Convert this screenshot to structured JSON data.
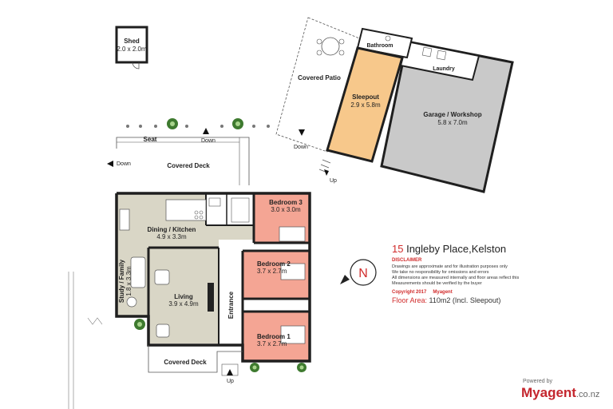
{
  "rooms": {
    "shed": {
      "name": "Shed",
      "dim": "2.0 x 2.0m"
    },
    "covered_patio": {
      "name": "Covered Patio"
    },
    "bathroom": {
      "name": "Bathroom"
    },
    "laundry": {
      "name": "Laundry"
    },
    "sleepout": {
      "name": "Sleepout",
      "dim": "2.9 x 5.8m"
    },
    "garage": {
      "name": "Garage / Workshop",
      "dim": "5.8 x 7.0m"
    },
    "seat": {
      "name": "Seat"
    },
    "covered_deck_top": {
      "name": "Covered Deck"
    },
    "bedroom3": {
      "name": "Bedroom 3",
      "dim": "3.0 x 3.0m"
    },
    "dining_kitchen": {
      "name": "Dining / Kitchen",
      "dim": "4.9 x 3.3m"
    },
    "bedroom2": {
      "name": "Bedroom 2",
      "dim": "3.7 x 2.7m"
    },
    "study_family": {
      "name": "Study / Family",
      "dim": "1.8 x 3.3m"
    },
    "living": {
      "name": "Living",
      "dim": "3.9 x 4.9m"
    },
    "entrance": {
      "name": "Entrance"
    },
    "bedroom1": {
      "name": "Bedroom 1",
      "dim": "3.7 x 2.7m"
    },
    "covered_deck_bottom": {
      "name": "Covered Deck"
    }
  },
  "stairs": {
    "down": "Down",
    "up": "Up"
  },
  "compass": {
    "letter": "N"
  },
  "listing": {
    "number": "15",
    "street": "Ingleby Place,Kelston",
    "disclaimer_title": "DISCLAIMER",
    "disclaimer_lines": [
      "Drawings are approximate and for illustration purposes only",
      "We take no responsibility for omissions and errors",
      "All dimensions are measured internally and floor areas reflect this",
      "Measurements should be verified by the buyer"
    ],
    "copyright": "Copyright 2017",
    "company": "Myagent",
    "floor_area_label": "Floor Area:",
    "floor_area_value": "110m2 (Incl. Sleepout)"
  },
  "branding": {
    "powered_by": "Powered by",
    "logo_main": "Myagent",
    "logo_tld": ".co.nz"
  },
  "colors": {
    "bedroom": "#f4a594",
    "sleepout": "#f7c88b",
    "garage": "#c9c9c9",
    "dining": "#d9d6c6",
    "wall": "#1f1f1f",
    "accent": "#d12b2b"
  }
}
